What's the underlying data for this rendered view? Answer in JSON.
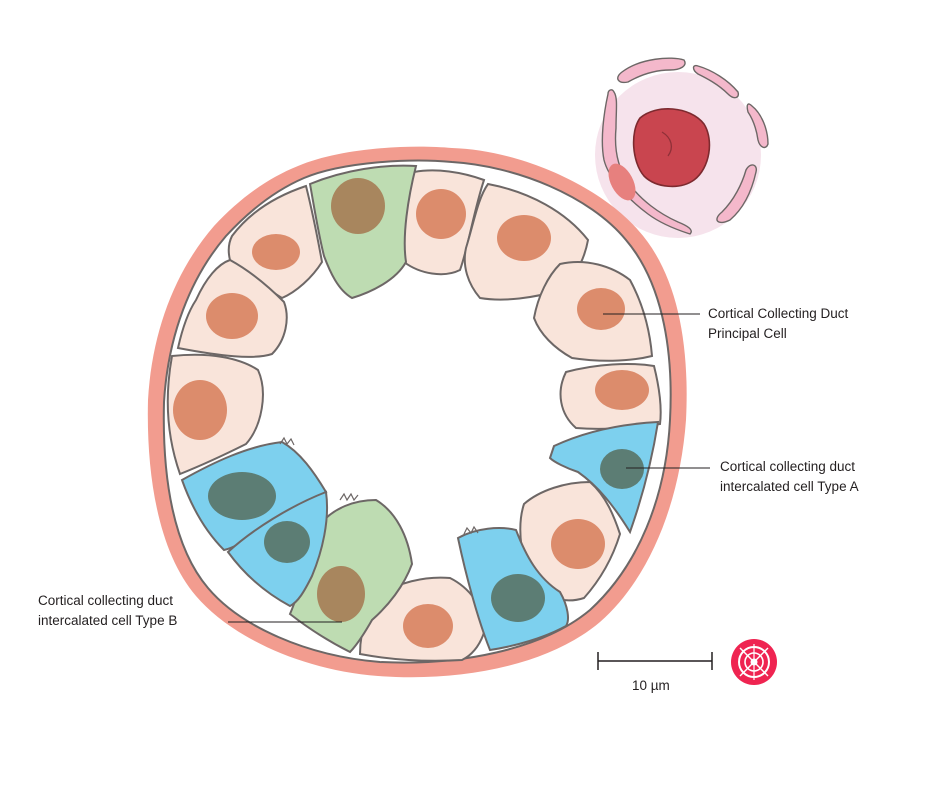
{
  "labels": {
    "principal_cell": [
      "Cortical Collecting Duct",
      "Principal Cell"
    ],
    "type_a_cell": [
      "Cortical collecting duct",
      "intercalated cell Type A"
    ],
    "type_b_cell": [
      "Cortical collecting duct",
      "intercalated cell Type B"
    ]
  },
  "scale_bar": {
    "label": "10 µm"
  },
  "colors": {
    "basement_membrane": "#f29c8f",
    "principal_cell": "#f9e4da",
    "principal_nucleus": "#dc8c6c",
    "type_a_cell": "#7dd0ee",
    "type_b_cell": "#bedcb2",
    "intercalated_nucleus": "#5c7d74",
    "type_b_nucleus": "#a8865e",
    "capillary": "#f6e3ec",
    "erythrocyte": "#c9454f",
    "logo": "#ef2451",
    "outline": "#6d6766"
  }
}
